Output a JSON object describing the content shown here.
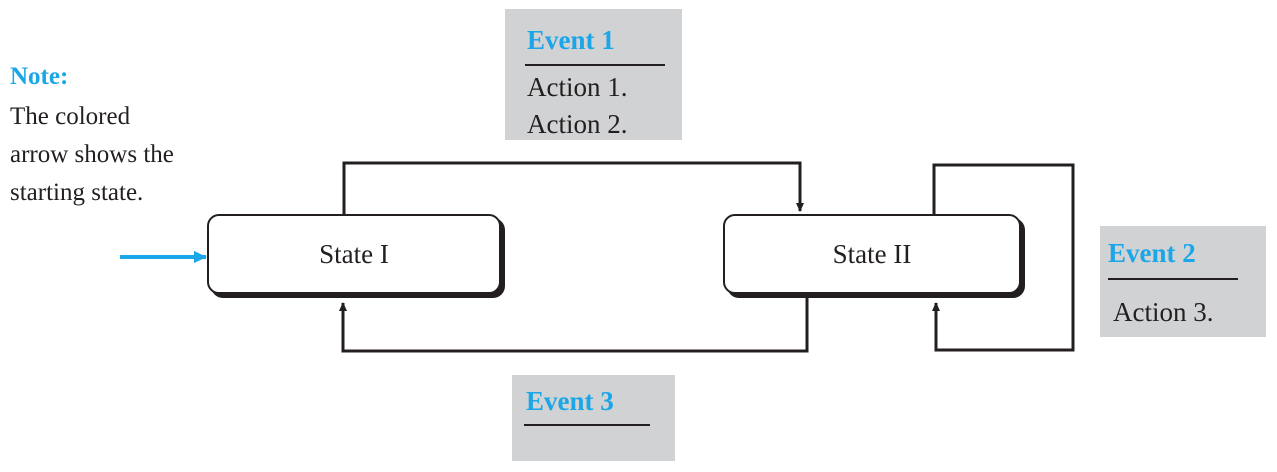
{
  "note": {
    "title": "Note:",
    "lines": [
      "The colored",
      "arrow shows the",
      "starting state."
    ]
  },
  "states": [
    {
      "label": "State I"
    },
    {
      "label": "State II"
    }
  ],
  "events": [
    {
      "title": "Event 1",
      "actions": [
        "Action 1.",
        "Action 2."
      ]
    },
    {
      "title": "Event 2",
      "actions": [
        "Action 3."
      ]
    },
    {
      "title": "Event 3",
      "actions": []
    }
  ],
  "colors": {
    "accent": "#1ba6e8",
    "event_box": "#d1d2d4",
    "line": "#231f20"
  }
}
